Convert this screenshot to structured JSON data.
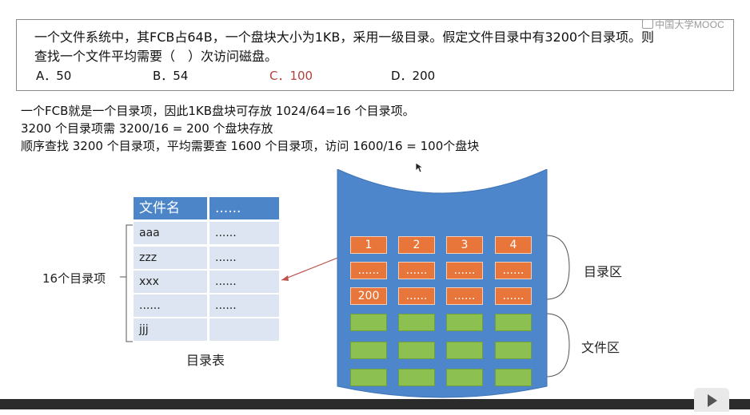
{
  "question": {
    "line1": "一个文件系统中，其FCB占64B，一个盘块大小为1KB，采用一级目录。假定文件目录中有3200个目录项。则",
    "line2": "查找一个文件平均需要（　）次访问磁盘。",
    "options": {
      "a": "A．50",
      "b": "B．54",
      "c": "C．100",
      "d": "D．200"
    },
    "correct_color": "#b0433b"
  },
  "logo": "中国大学MOOC",
  "explanation": {
    "line1": "一个FCB就是一个目录项，因此1KB盘块可存放 1024/64=16 个目录项。",
    "line2": "3200 个目录项需 3200/16 = 200 个盘块存放",
    "line3": "顺序查找 3200 个目录项，平均需要查 1600 个目录项，访问 1600/16 = 100个盘块"
  },
  "dir_table": {
    "header": [
      "文件名",
      "......"
    ],
    "rows": [
      [
        "aaa",
        "......"
      ],
      [
        "zzz",
        "......"
      ],
      [
        "xxx",
        "......"
      ],
      [
        "......",
        "......"
      ],
      [
        "jjj",
        ""
      ]
    ],
    "caption": "目录表",
    "count_label": "16个目录项",
    "header_color": "#4d85c9",
    "row_color": "#dce5f1"
  },
  "disk": {
    "dir_blocks": [
      [
        "1",
        "2",
        "3",
        "4"
      ],
      [
        "......",
        "......",
        "......",
        "......"
      ],
      [
        "200",
        "......",
        "......",
        "......"
      ]
    ],
    "dir_area_label": "目录区",
    "file_area_label": "文件区",
    "cylinder_color": "#4e86cc",
    "dir_block_color": "#e8753a",
    "file_block_color": "#8cc152"
  }
}
